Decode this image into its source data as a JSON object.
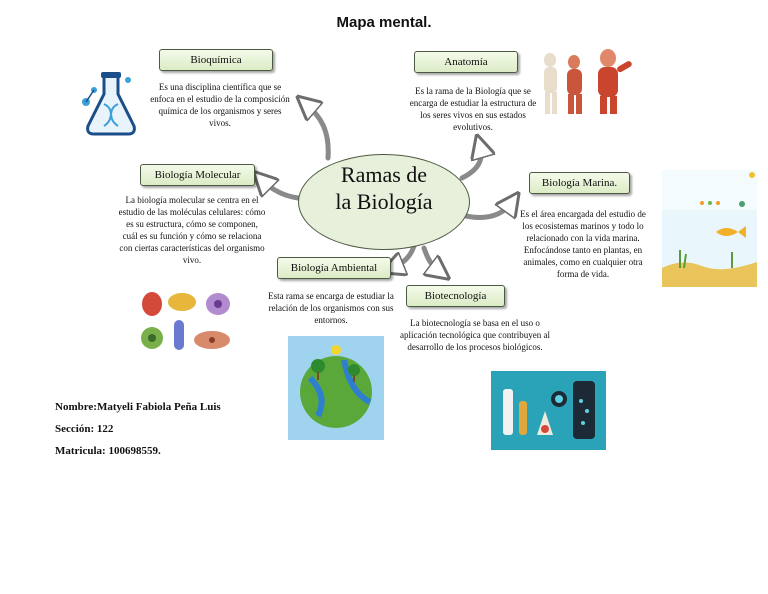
{
  "title": "Mapa mental.",
  "center": "Ramas de la Biología",
  "branches": {
    "bioquimica": {
      "label": "Bioquímica",
      "desc": "Es una disciplina científica que se enfoca en el estudio de la composición química de los organismos y seres vivos."
    },
    "anatomia": {
      "label": "Anatomía",
      "desc": "Es la rama de la Biología que se encarga de estudiar la estructura de los seres vivos en sus estados evolutivos."
    },
    "molecular": {
      "label": "Biología Molecular",
      "desc": "La biología molecular se centra en el estudio de las moléculas celulares: cómo es su estructura, cómo se componen, cuál es su función y cómo se relaciona con ciertas características del organismo vivo."
    },
    "marina": {
      "label": "Biología Marina.",
      "desc": "Es el área encargada del estudio de los ecosistemas marinos y todo lo relacionado con la vida marina. Enfocándose tanto en plantas, en animales, como en cualquier otra forma de vida."
    },
    "ambiental": {
      "label": "Biología Ambiental",
      "desc": "Esta rama se encarga de estudiar la relación de los organismos con sus entornos."
    },
    "biotecnologia": {
      "label": "Biotecnología",
      "desc": "La biotecnología se basa en el uso o aplicación tecnológica que contribuyen al desarrollo de los procesos biológicos."
    }
  },
  "student": {
    "nombre": "Nombre:Matyeli Fabiola Peña Luis",
    "seccion": "Sección: 122",
    "matricula": "Matricula: 100698559."
  },
  "colors": {
    "box_fill": "#dcecc6",
    "box_border": "#4d5a43",
    "center_fill": "#e7f0da",
    "arrow": "#8a8a8a"
  }
}
